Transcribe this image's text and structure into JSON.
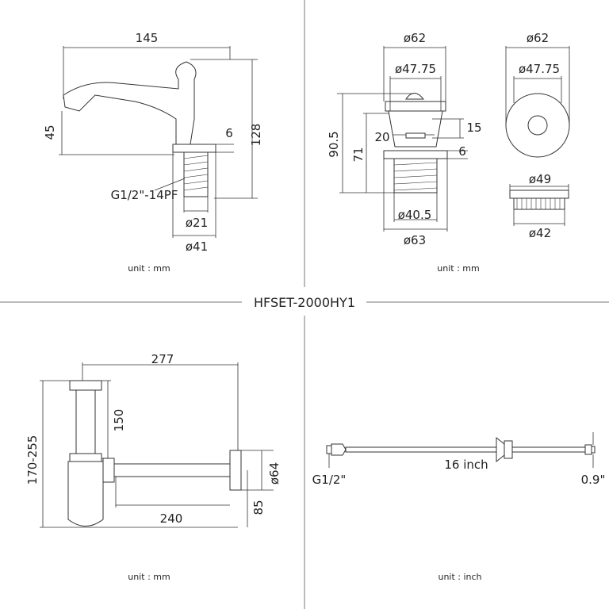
{
  "title": "HFSET-2000HY1",
  "faucet": {
    "width": "145",
    "spout_height": "45",
    "gap": "6",
    "height": "128",
    "thread": "G1/2\"-14PF",
    "shank_dia": "ø21",
    "base_dia": "ø41",
    "unit": "unit : mm"
  },
  "drain": {
    "top_dia": "ø62",
    "inner_dia": "ø47.75",
    "total_height": "90.5",
    "body_height": "71",
    "cap_offset": "20",
    "cap_height": "15",
    "flange": "6",
    "thread_dia": "ø40.5",
    "nut_dia": "ø63",
    "top_view_dia": "ø62",
    "top_view_inner": "ø47.75",
    "nut_top_dia": "ø49",
    "nut_bottom_dia": "ø42",
    "unit": "unit : mm"
  },
  "trap": {
    "length": "277",
    "upper_height": "150",
    "total_height": "170-255",
    "outlet_dia": "ø64",
    "outlet_height": "85",
    "pipe_length": "240",
    "unit": "unit : mm"
  },
  "hose": {
    "length": "16 inch",
    "thread": "G1/2\"",
    "end": "0.9\"",
    "unit": "unit : inch"
  }
}
